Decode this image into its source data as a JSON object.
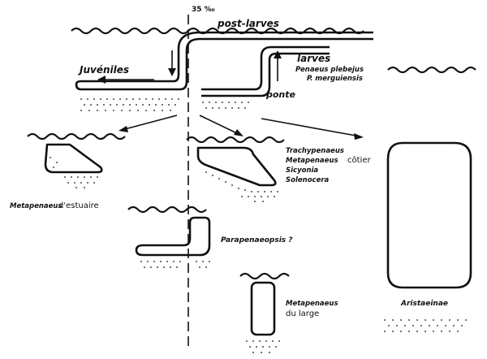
{
  "figure": {
    "salinity_marker": "35 ‰",
    "labels": {
      "post_larvae": "post-larves",
      "juveniles": "Juvéniles",
      "larvae": "larves",
      "larvae_species_1": "Penaeus plebejus",
      "larvae_species_2": "P. merguiensis",
      "spawning": "ponte",
      "estuary_genus": "Metapenaeus",
      "estuary_suffix": "d'estuaire",
      "coastal_1": "Trachypenaeus",
      "coastal_2": "Metapenaeus",
      "coastal_3": "Sicyonia",
      "coastal_4": "Solenocera",
      "coastal_suffix": "côtier",
      "parapenaeopsis": "Parapenaeopsis ?",
      "offshore_genus": "Metapenaeus",
      "offshore_suffix": "du large",
      "aristaeinae": "Aristaeinae"
    }
  }
}
